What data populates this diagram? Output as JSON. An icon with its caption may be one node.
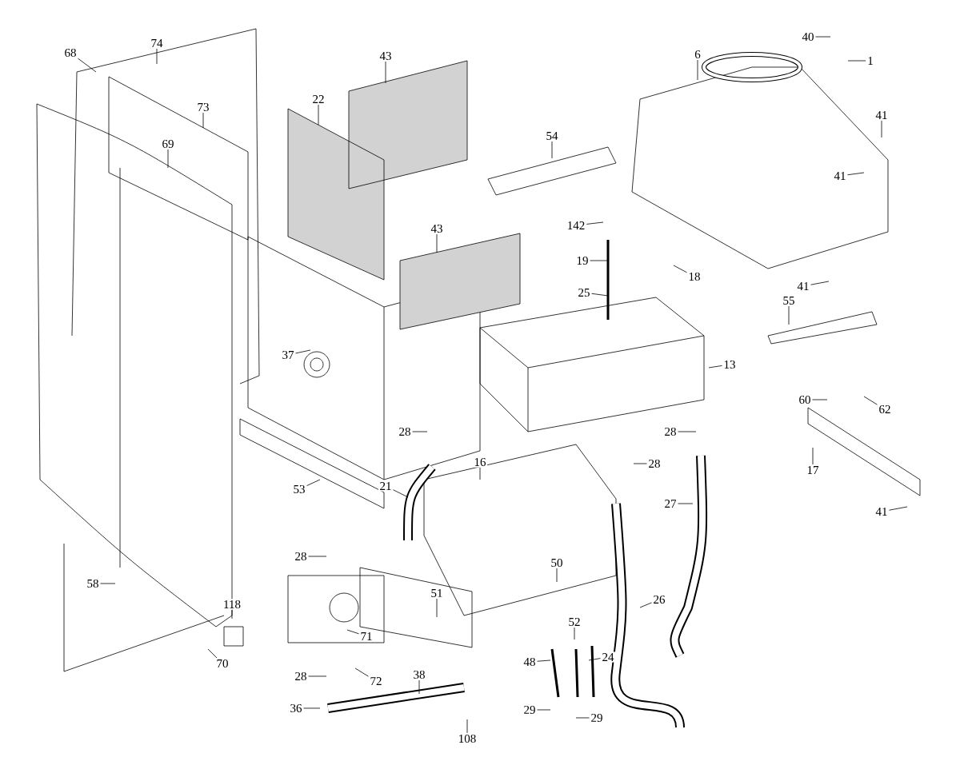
{
  "diagram": {
    "nodes": [
      {
        "text": [
          "68"
        ]
      },
      {
        "text": [
          "74"
        ]
      },
      {
        "text": [
          "73"
        ]
      },
      {
        "text": [
          "69"
        ]
      },
      {
        "text": [
          "22"
        ]
      },
      {
        "text": [
          "43"
        ]
      },
      {
        "text": [
          "43"
        ]
      },
      {
        "text": [
          "37"
        ]
      },
      {
        "text": [
          "40"
        ]
      },
      {
        "text": [
          "1"
        ]
      },
      {
        "text": [
          "6"
        ]
      },
      {
        "text": [
          "41"
        ]
      },
      {
        "text": [
          "41"
        ]
      },
      {
        "text": [
          "54"
        ]
      },
      {
        "text": [
          "142"
        ]
      },
      {
        "text": [
          "19"
        ]
      },
      {
        "text": [
          "18"
        ]
      },
      {
        "text": [
          "25"
        ]
      },
      {
        "text": [
          "41"
        ]
      },
      {
        "text": [
          "55"
        ]
      },
      {
        "text": [
          "13"
        ]
      },
      {
        "text": [
          "60"
        ]
      },
      {
        "text": [
          "62"
        ]
      },
      {
        "text": [
          "17"
        ]
      },
      {
        "text": [
          "41"
        ]
      },
      {
        "text": [
          "28"
        ]
      },
      {
        "text": [
          "16"
        ]
      },
      {
        "text": [
          "21"
        ]
      },
      {
        "text": [
          "53"
        ]
      },
      {
        "text": [
          "28"
        ]
      },
      {
        "text": [
          "28"
        ]
      },
      {
        "text": [
          "27"
        ]
      },
      {
        "text": [
          "28"
        ]
      },
      {
        "text": [
          "50"
        ]
      },
      {
        "text": [
          "51"
        ]
      },
      {
        "text": [
          "58"
        ]
      },
      {
        "text": [
          "118"
        ]
      },
      {
        "text": [
          "71"
        ]
      },
      {
        "text": [
          "70"
        ]
      },
      {
        "text": [
          "52"
        ]
      },
      {
        "text": [
          "26"
        ]
      },
      {
        "text": [
          "48"
        ]
      },
      {
        "text": [
          "24"
        ]
      },
      {
        "text": [
          "28"
        ]
      },
      {
        "text": [
          "72"
        ]
      },
      {
        "text": [
          "38"
        ]
      },
      {
        "text": [
          "36"
        ]
      },
      {
        "text": [
          "29"
        ]
      },
      {
        "text": [
          "29"
        ]
      },
      {
        "text": [
          "108"
        ]
      }
    ],
    "edges": [
      {
        "from": 0,
        "to": null,
        "arrow": "none"
      },
      {
        "from": 1,
        "to": null,
        "arrow": "none"
      },
      {
        "from": 2,
        "to": null,
        "arrow": "none"
      },
      {
        "from": 3,
        "to": null,
        "arrow": "none"
      },
      {
        "from": 4,
        "to": null,
        "arrow": "none"
      },
      {
        "from": 5,
        "to": null,
        "arrow": "none"
      },
      {
        "from": 6,
        "to": null,
        "arrow": "none"
      },
      {
        "from": 7,
        "to": null,
        "arrow": "none"
      },
      {
        "from": 8,
        "to": null,
        "arrow": "none"
      },
      {
        "from": 9,
        "to": null,
        "arrow": "none"
      },
      {
        "from": 10,
        "to": null,
        "arrow": "none"
      },
      {
        "from": 11,
        "to": null,
        "arrow": "none"
      },
      {
        "from": 12,
        "to": null,
        "arrow": "none"
      },
      {
        "from": 13,
        "to": null,
        "arrow": "none"
      },
      {
        "from": 14,
        "to": null,
        "arrow": "none"
      },
      {
        "from": 15,
        "to": null,
        "arrow": "none"
      },
      {
        "from": 16,
        "to": null,
        "arrow": "none"
      },
      {
        "from": 17,
        "to": null,
        "arrow": "none"
      },
      {
        "from": 18,
        "to": null,
        "arrow": "none"
      },
      {
        "from": 19,
        "to": null,
        "arrow": "none"
      },
      {
        "from": 20,
        "to": null,
        "arrow": "none"
      },
      {
        "from": 21,
        "to": null,
        "arrow": "none"
      },
      {
        "from": 22,
        "to": null,
        "arrow": "none"
      },
      {
        "from": 23,
        "to": null,
        "arrow": "none"
      },
      {
        "from": 24,
        "to": null,
        "arrow": "none"
      },
      {
        "from": 25,
        "to": null,
        "arrow": "none"
      },
      {
        "from": 26,
        "to": null,
        "arrow": "none"
      },
      {
        "from": 27,
        "to": null,
        "arrow": "none"
      },
      {
        "from": 28,
        "to": null,
        "arrow": "none"
      },
      {
        "from": 29,
        "to": null,
        "arrow": "none"
      },
      {
        "from": 30,
        "to": null,
        "arrow": "none"
      },
      {
        "from": 31,
        "to": null,
        "arrow": "none"
      },
      {
        "from": 32,
        "to": null,
        "arrow": "none"
      },
      {
        "from": 33,
        "to": null,
        "arrow": "none"
      },
      {
        "from": 34,
        "to": null,
        "arrow": "none"
      },
      {
        "from": 35,
        "to": null,
        "arrow": "none"
      },
      {
        "from": 36,
        "to": null,
        "arrow": "none"
      },
      {
        "from": 37,
        "to": null,
        "arrow": "none"
      },
      {
        "from": 38,
        "to": null,
        "arrow": "none"
      },
      {
        "from": 39,
        "to": null,
        "arrow": "none"
      },
      {
        "from": 40,
        "to": null,
        "arrow": "none"
      },
      {
        "from": 41,
        "to": null,
        "arrow": "none"
      },
      {
        "from": 42,
        "to": null,
        "arrow": "none"
      },
      {
        "from": 43,
        "to": null,
        "arrow": "none"
      },
      {
        "from": 44,
        "to": null,
        "arrow": "none"
      },
      {
        "from": 45,
        "to": null,
        "arrow": "none"
      },
      {
        "from": 46,
        "to": null,
        "arrow": "none"
      },
      {
        "from": 47,
        "to": null,
        "arrow": "none"
      },
      {
        "from": 48,
        "to": null,
        "arrow": "none"
      },
      {
        "from": 49,
        "to": null,
        "arrow": "none"
      }
    ]
  }
}
